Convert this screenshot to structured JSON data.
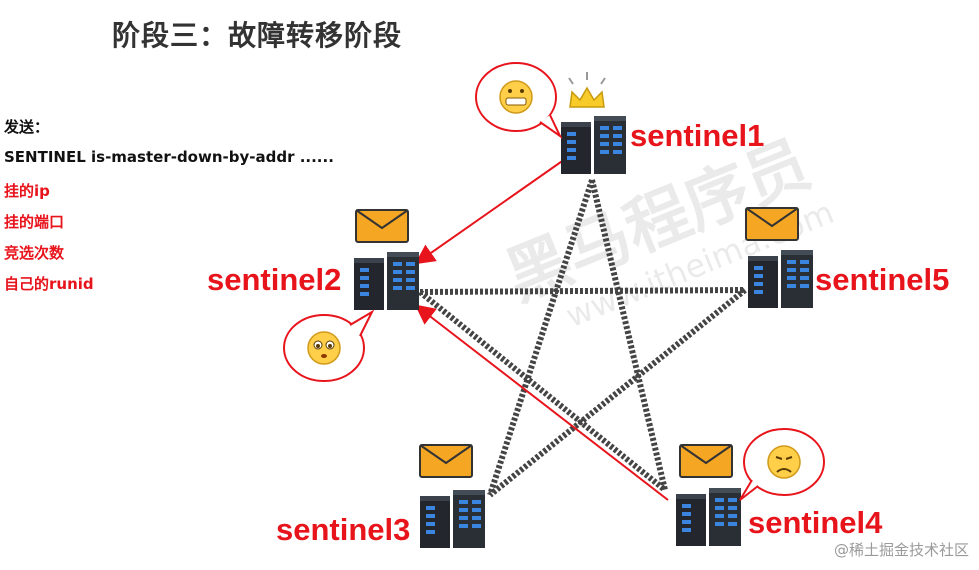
{
  "title": "阶段三：故障转移阶段",
  "left_panel": {
    "send_label": "发送：",
    "command": "SENTINEL is-master-down-by-addr ......",
    "params": [
      "挂的ip",
      "挂的端口",
      "竞选次数",
      "自己的runid"
    ]
  },
  "nodes": {
    "sentinel1": "sentinel1",
    "sentinel2": "sentinel2",
    "sentinel3": "sentinel3",
    "sentinel4": "sentinel4",
    "sentinel5": "sentinel5"
  },
  "bg_watermark": "黑马程序员",
  "bg_watermark_url": "www.itheima.com",
  "watermark": "@稀土掘金技术社区",
  "colors": {
    "accent": "#e8141c",
    "envelope": "#f5a623",
    "crown": "#f7cc2a",
    "server": "#2a2f36"
  }
}
